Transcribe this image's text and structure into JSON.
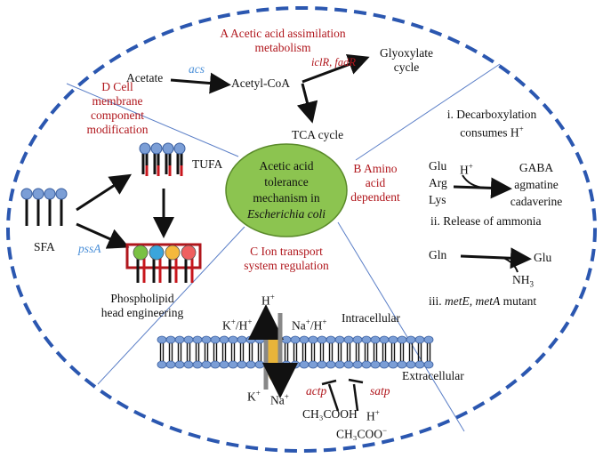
{
  "center": {
    "line1": "Acetic acid",
    "line2": "tolerance",
    "line3": "mechanism in",
    "line4": "Escherichia coli"
  },
  "sectionA": {
    "title1": "A Acetic acid assimilation",
    "title2": "metabolism",
    "acetate": "Acetate",
    "acs": "acs",
    "acetyl_coa": "Acetyl-CoA",
    "iclr_fadr": "iclR, fadR",
    "glyoxylate1": "Glyoxylate",
    "glyoxylate2": "cycle",
    "tca": "TCA cycle"
  },
  "sectionB": {
    "title1": "B Amino",
    "title2": "acid",
    "title3": "dependent",
    "decarb1": "i. Decarboxylation",
    "decarb2": "consumes H",
    "plus": "+",
    "glu": "Glu",
    "arg": "Arg",
    "lys": "Lys",
    "hplus": "H",
    "gaba": "GABA",
    "agmatine": "agmatine",
    "cadaverine": "cadaverine",
    "ammonia": "ii. Release of ammonia",
    "gln": "Gln",
    "glu2": "Glu",
    "nh3": "NH",
    "nh3_sub": "3",
    "mutant_prefix": "iii. ",
    "mutant_genes": "metE, metA",
    "mutant_suffix": " mutant"
  },
  "sectionC": {
    "title1": "C Ion transport",
    "title2": "system regulation",
    "h_top": "H",
    "k_h": "K",
    "na_h": "Na",
    "intracellular": "Intracellular",
    "extracellular": "Extracellular",
    "k_bottom": "K",
    "na_bottom": "Na",
    "actp": "actp",
    "satp": "satp",
    "ch3cooh": "CH₃COOH",
    "h_lower": "H",
    "ch3coo": "CH₃COO",
    "minus": "−",
    "slash_h": "/H"
  },
  "sectionD": {
    "title1": "D Cell",
    "title2": "membrane",
    "title3": "component",
    "title4": "modification",
    "tufa": "TUFA",
    "sfa": "SFA",
    "pssa": "pssA",
    "phospho1": "Phospholipid",
    "phospho2": "head engineering"
  },
  "colors": {
    "ellipse_border": "#2b57b0",
    "center_fill": "#8cc450",
    "red_text": "#b0161c",
    "gene_blue": "#4a8fd8",
    "lipid_head": "#7b9ed6",
    "head_green": "#7ac143",
    "head_blue": "#3aa5dc",
    "head_yellow": "#f5b83d",
    "head_red": "#ef5f5f",
    "channel": "#e8b43a"
  }
}
